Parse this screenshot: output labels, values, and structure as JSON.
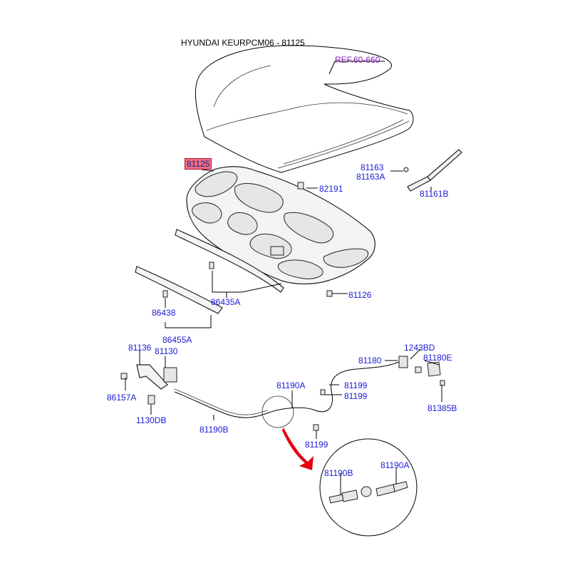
{
  "title": "HYUNDAI KEURPCM06 - 81125",
  "colors": {
    "label": "#1a1ad6",
    "highlight": "#f06e82",
    "reference": "#8a1ab8",
    "arrow": "#e60012"
  },
  "labels": {
    "ref": "REF.60-660",
    "p81125": "81125",
    "p81163": "81163",
    "p81163A": "81163A",
    "p82191": "82191",
    "p81161B": "81161B",
    "p81126": "81126",
    "p86435A": "86435A",
    "p86438": "86438",
    "p86455A": "86455A",
    "p81136": "81136",
    "p81130": "81130",
    "p86157A": "86157A",
    "p1130DB": "1130DB",
    "p81190B": "81190B",
    "p81190A": "81190A",
    "p81199a": "81199",
    "p81199b": "81199",
    "p81199c": "81199",
    "p81180": "81180",
    "p1243BD": "1243BD",
    "p81180E": "81180E",
    "p81385B": "81385B",
    "d81190B": "81190B",
    "d81190A": "81190A"
  }
}
